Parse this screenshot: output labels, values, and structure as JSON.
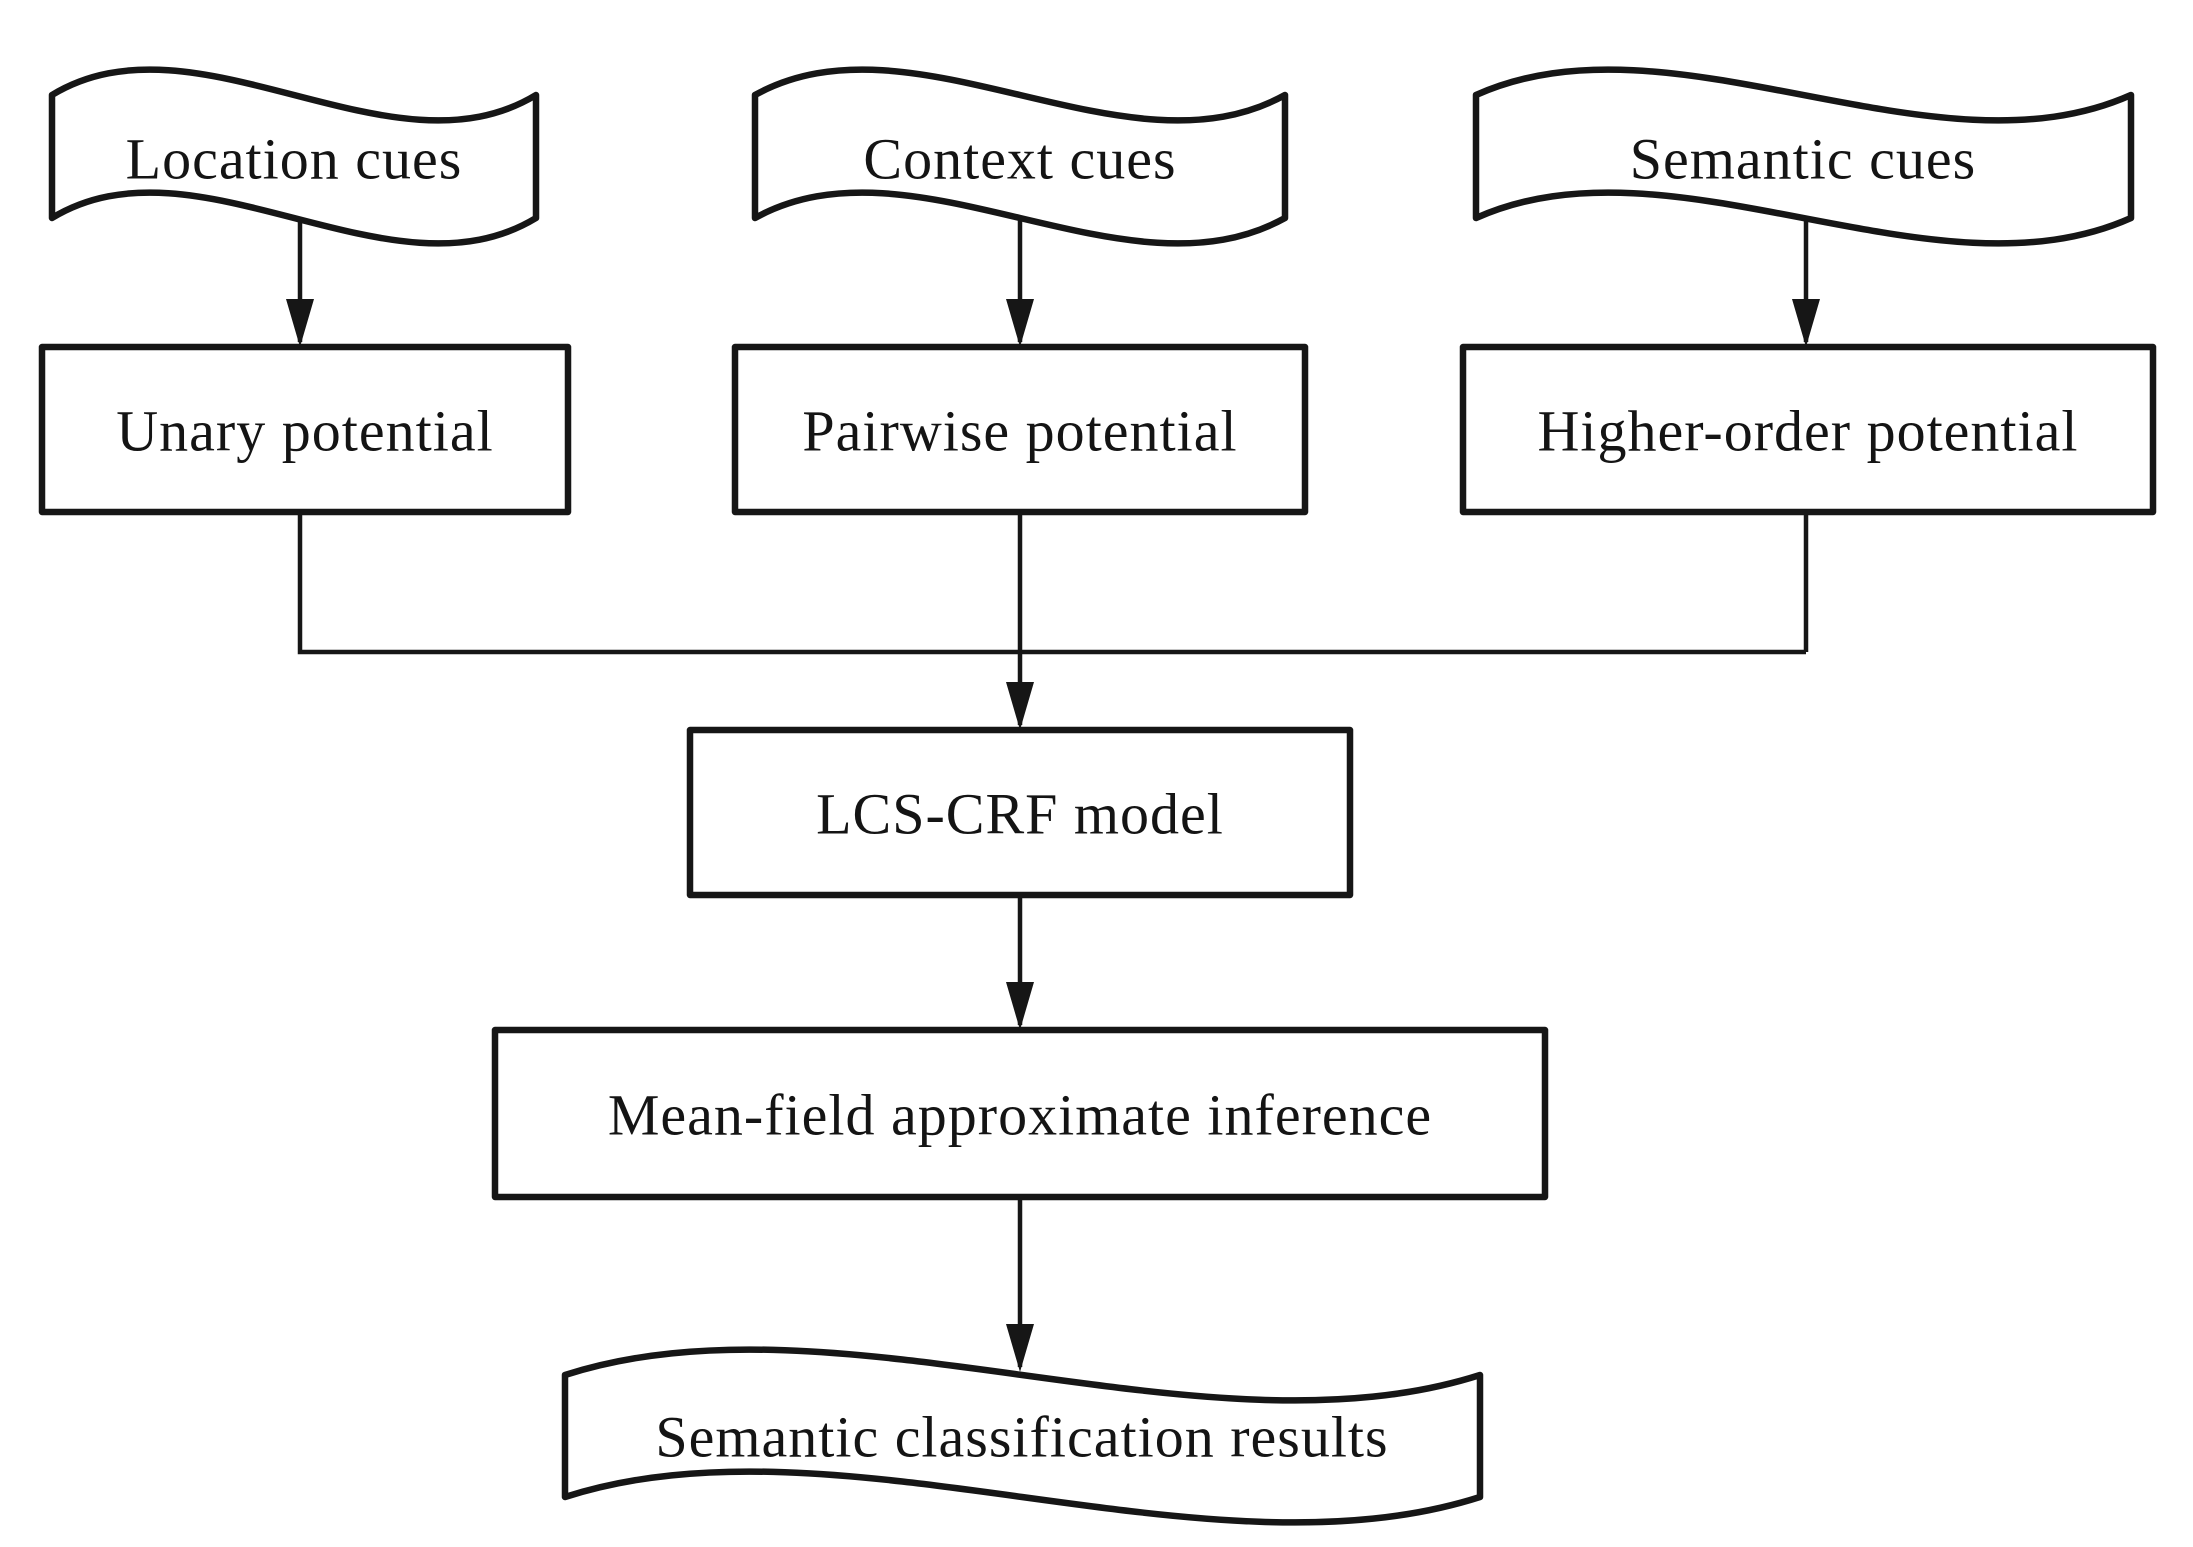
{
  "diagram": {
    "type": "flowchart",
    "background_color": "#ffffff",
    "shape_fill_color": "#ffffff",
    "stroke_color": "#161616",
    "text_color": "#141414",
    "nodes": {
      "location_cues": {
        "label": "Location cues",
        "shape": "wave-document"
      },
      "context_cues": {
        "label": "Context cues",
        "shape": "wave-document"
      },
      "semantic_cues": {
        "label": "Semantic cues",
        "shape": "wave-document"
      },
      "unary_potential": {
        "label": "Unary potential",
        "shape": "rectangle"
      },
      "pairwise_potential": {
        "label": "Pairwise potential",
        "shape": "rectangle"
      },
      "higher_order_potential": {
        "label": "Higher-order potential",
        "shape": "rectangle"
      },
      "lcs_crf_model": {
        "label": "LCS-CRF model",
        "shape": "rectangle"
      },
      "mean_field_inference": {
        "label": "Mean-field approximate inference",
        "shape": "rectangle"
      },
      "classification_results": {
        "label": "Semantic classification results",
        "shape": "wave-document"
      }
    },
    "edges": [
      {
        "from": "location_cues",
        "to": "unary_potential",
        "arrow": true
      },
      {
        "from": "context_cues",
        "to": "pairwise_potential",
        "arrow": true
      },
      {
        "from": "semantic_cues",
        "to": "higher_order_potential",
        "arrow": true
      },
      {
        "from": "unary_potential",
        "to": "lcs_crf_model",
        "arrow": true,
        "via": "merge-line"
      },
      {
        "from": "pairwise_potential",
        "to": "lcs_crf_model",
        "arrow": true,
        "via": "merge-line"
      },
      {
        "from": "higher_order_potential",
        "to": "lcs_crf_model",
        "arrow": true,
        "via": "merge-line"
      },
      {
        "from": "lcs_crf_model",
        "to": "mean_field_inference",
        "arrow": true
      },
      {
        "from": "mean_field_inference",
        "to": "classification_results",
        "arrow": true
      }
    ]
  }
}
